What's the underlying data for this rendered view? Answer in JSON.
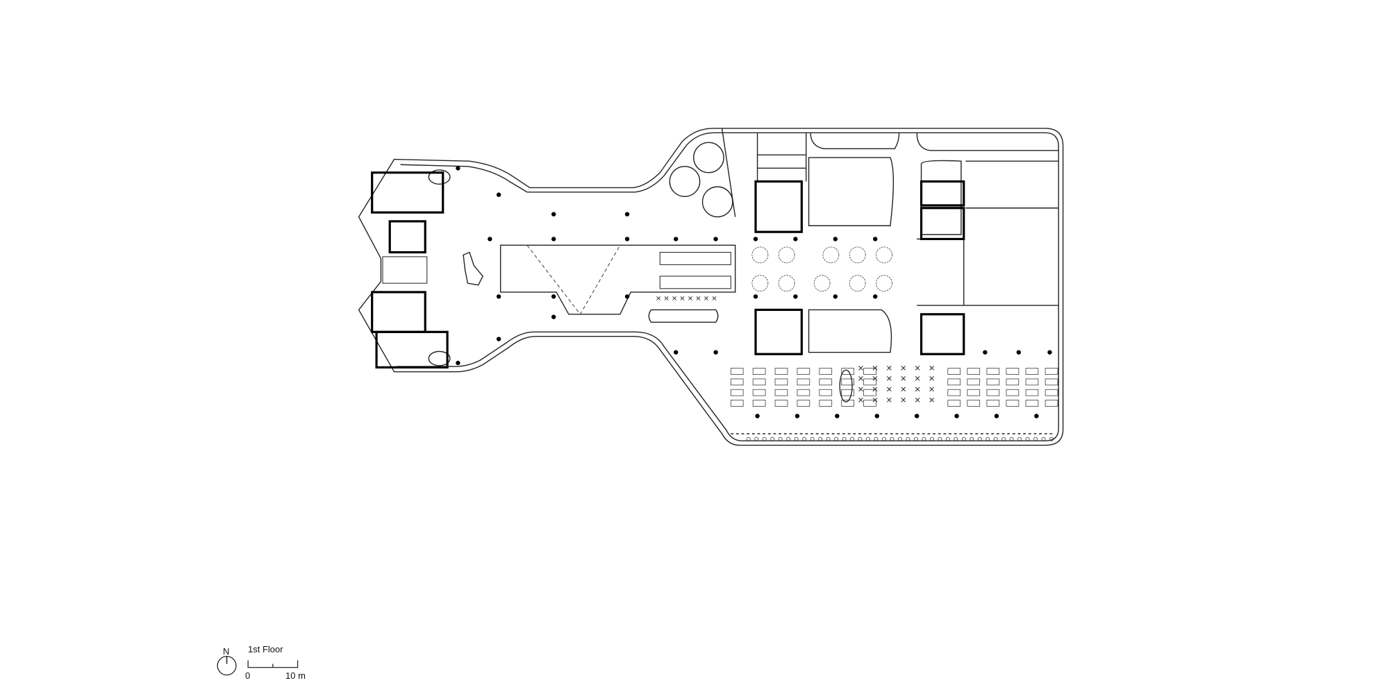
{
  "drawing": {
    "title": "1st Floor",
    "north_label": "N",
    "scale_bar": {
      "start_label": "0",
      "end_label": "10 m",
      "length_m": 10
    }
  },
  "colors": {
    "line": "#222222",
    "background": "#ffffff",
    "wall": "#000000"
  }
}
